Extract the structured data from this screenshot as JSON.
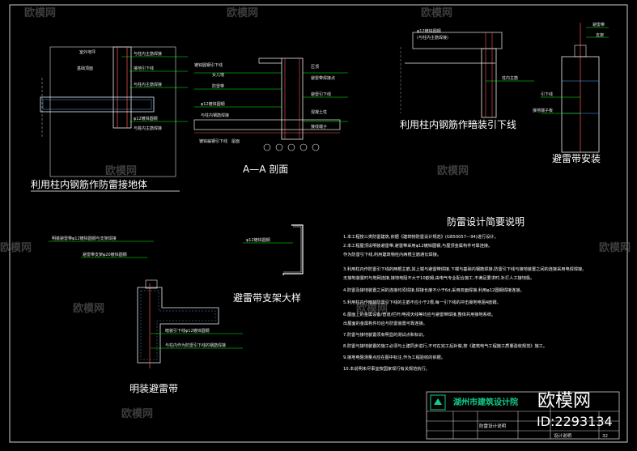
{
  "watermark": {
    "text": "欧模网",
    "url": "www.om.cn"
  },
  "drawings": {
    "grounding": {
      "title": "利用柱内钢筋作防雷接地体",
      "labels": [
        "室外地坪",
        "基础顶面",
        "与柱内主筋焊接",
        "接地引下线",
        "与柱内主筋焊接",
        "φ12镀锌圆钢",
        "与桩内主筋焊接"
      ]
    },
    "section": {
      "title": "A—A 剖面",
      "labels": [
        "镀锌圆钢引下线",
        "女儿墙",
        "防雷带",
        "φ12镀锌圆钢",
        "与柱内钢筋焊接",
        "镀锌扁钢引下线",
        "屋面",
        "压顶",
        "避雷带焊接点",
        "避雷引下线",
        "混凝土柱",
        "接线端子"
      ]
    },
    "downconductor": {
      "title": "利用柱内钢筋作暗装引下线",
      "labels": [
        "φ12镀锌圆钢",
        "(与柱内主筋焊接)",
        "柱内主筋"
      ]
    },
    "install": {
      "title": "避雷带安装",
      "labels": [
        "避雷带",
        "支架",
        "引下线",
        "接地端子板"
      ]
    },
    "bracket": {
      "title": "避雷带支架大样",
      "labels": [
        "φ12镀锌圆钢"
      ]
    },
    "exposed": {
      "title": "明装避雷带",
      "labels": [
        "明装避雷带φ12镀锌圆钢与支架焊接",
        "避雷带支架φ20镀锌圆钢",
        "暗装引下线φ12镀锌圆钢",
        "与柱内作为防雷引下线的钢筋焊接"
      ]
    }
  },
  "notes": {
    "title": "防雷设计简要说明",
    "items": [
      "1.本工程按三类防雷建筑,依据《建筑物防雷设计规范》(GB50057—94)进行设计。",
      "2.本工程屋顶设明装避雷带,避雷带采用φ12镀锌圆钢,与屋顶金属构件可靠连接。",
      "  作为防雷引下线,利用建筑物柱内两根主筋通长焊接。",
      "3.利用柱内作防雷引下线的两根主筋,其上端与避雷带焊接,下端与基础内钢筋焊接,防雷引下线与接地装置之间的连接采用电焊焊接。",
      "  无接地装置时与地网连接,接地电阻不大于10欧姆,由电气专业配合施工,不满足要求时,补打人工接地极。",
      "4.防雷及接地装置之间的连接均须焊接,焊接长度不小于6d,采用双面焊接,利用φ12圆钢焊接连接。",
      "5.利用柱内作暗装防雷引下线的主筋不应小于2根,每一引下线的冲击接地电阻4欧姆。",
      "6.屋面上的金属设备/管道/栏杆/电视天线等均应与避雷带焊接,整体共用接地系统。",
      "  出屋面的金属构件均应与防雷装置可靠连接。",
      "7.防雷与接地装置须有明显的测试点和标识。",
      "8.防雷与接地装置的施工必须与土建同步进行,不可在完工后补做,按《建筑电气工程施工质量验收规范》施工。",
      "9.接地电阻测量点应在图中标注,作为工程验收的依据。",
      "10.本说明未尽事宜按国家现行有关规范执行。"
    ]
  },
  "title_block": {
    "company": "湖州市建筑设计院",
    "drawing_name": "防雷设计说明",
    "design_note": "设计说明",
    "sheet_no": "32",
    "id_label": "ID:2293134",
    "om_logo": "欧模网"
  }
}
